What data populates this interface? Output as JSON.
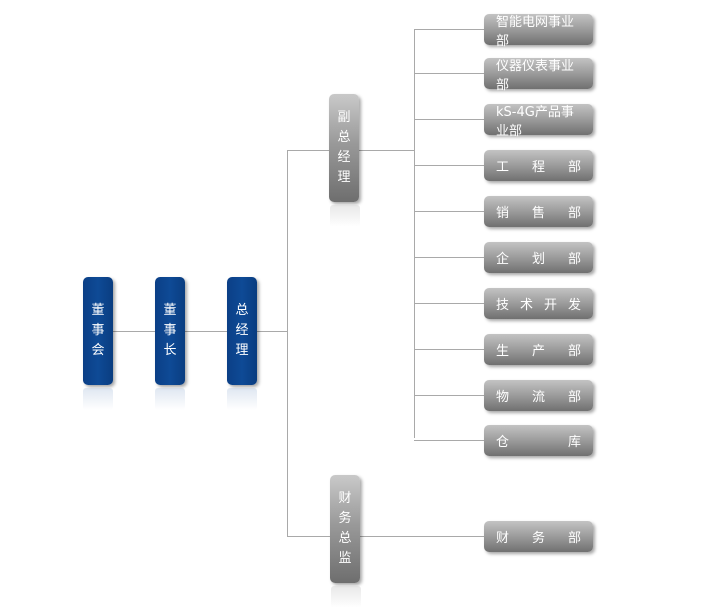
{
  "top_level": [
    {
      "id": "board",
      "chars": [
        "董",
        "事",
        "会"
      ],
      "color": "#0e4a96"
    },
    {
      "id": "chairman",
      "chars": [
        "董",
        "事",
        "长"
      ],
      "color": "#0e4a96"
    },
    {
      "id": "general-manager",
      "chars": [
        "总",
        "经",
        "理"
      ],
      "color": "#0e4a96"
    }
  ],
  "mid_level": [
    {
      "id": "deputy-gm",
      "chars": [
        "副",
        "总",
        "经",
        "理"
      ]
    },
    {
      "id": "cfo",
      "chars": [
        "财",
        "务",
        "总",
        "监"
      ]
    }
  ],
  "departments_under_deputy": [
    {
      "id": "smart-grid",
      "label": "智能电网事业部",
      "chars": null
    },
    {
      "id": "instruments",
      "label": "仪器仪表事业部",
      "chars": null
    },
    {
      "id": "ks4g",
      "label": "kS-4G产品事业部",
      "chars": null
    },
    {
      "id": "engineering",
      "label": "工程部",
      "chars": [
        "工",
        "程",
        "部"
      ]
    },
    {
      "id": "sales",
      "label": "销售部",
      "chars": [
        "销",
        "售",
        "部"
      ]
    },
    {
      "id": "planning",
      "label": "企划部",
      "chars": [
        "企",
        "划",
        "部"
      ]
    },
    {
      "id": "rnd",
      "label": "技术开发",
      "chars": [
        "技",
        "术",
        "开",
        "发"
      ]
    },
    {
      "id": "production",
      "label": "生产部",
      "chars": [
        "生",
        "产",
        "部"
      ]
    },
    {
      "id": "logistics",
      "label": "物流部",
      "chars": [
        "物",
        "流",
        "部"
      ]
    },
    {
      "id": "warehouse",
      "label": "仓库",
      "chars": [
        "仓",
        "库"
      ]
    }
  ],
  "departments_under_cfo": [
    {
      "id": "finance",
      "label": "财务部",
      "chars": [
        "财",
        "务",
        "部"
      ]
    }
  ],
  "colors": {
    "line": "#a9a9a9",
    "blue_box": "#0e4a96",
    "gray_box": "#9b9b9b"
  }
}
